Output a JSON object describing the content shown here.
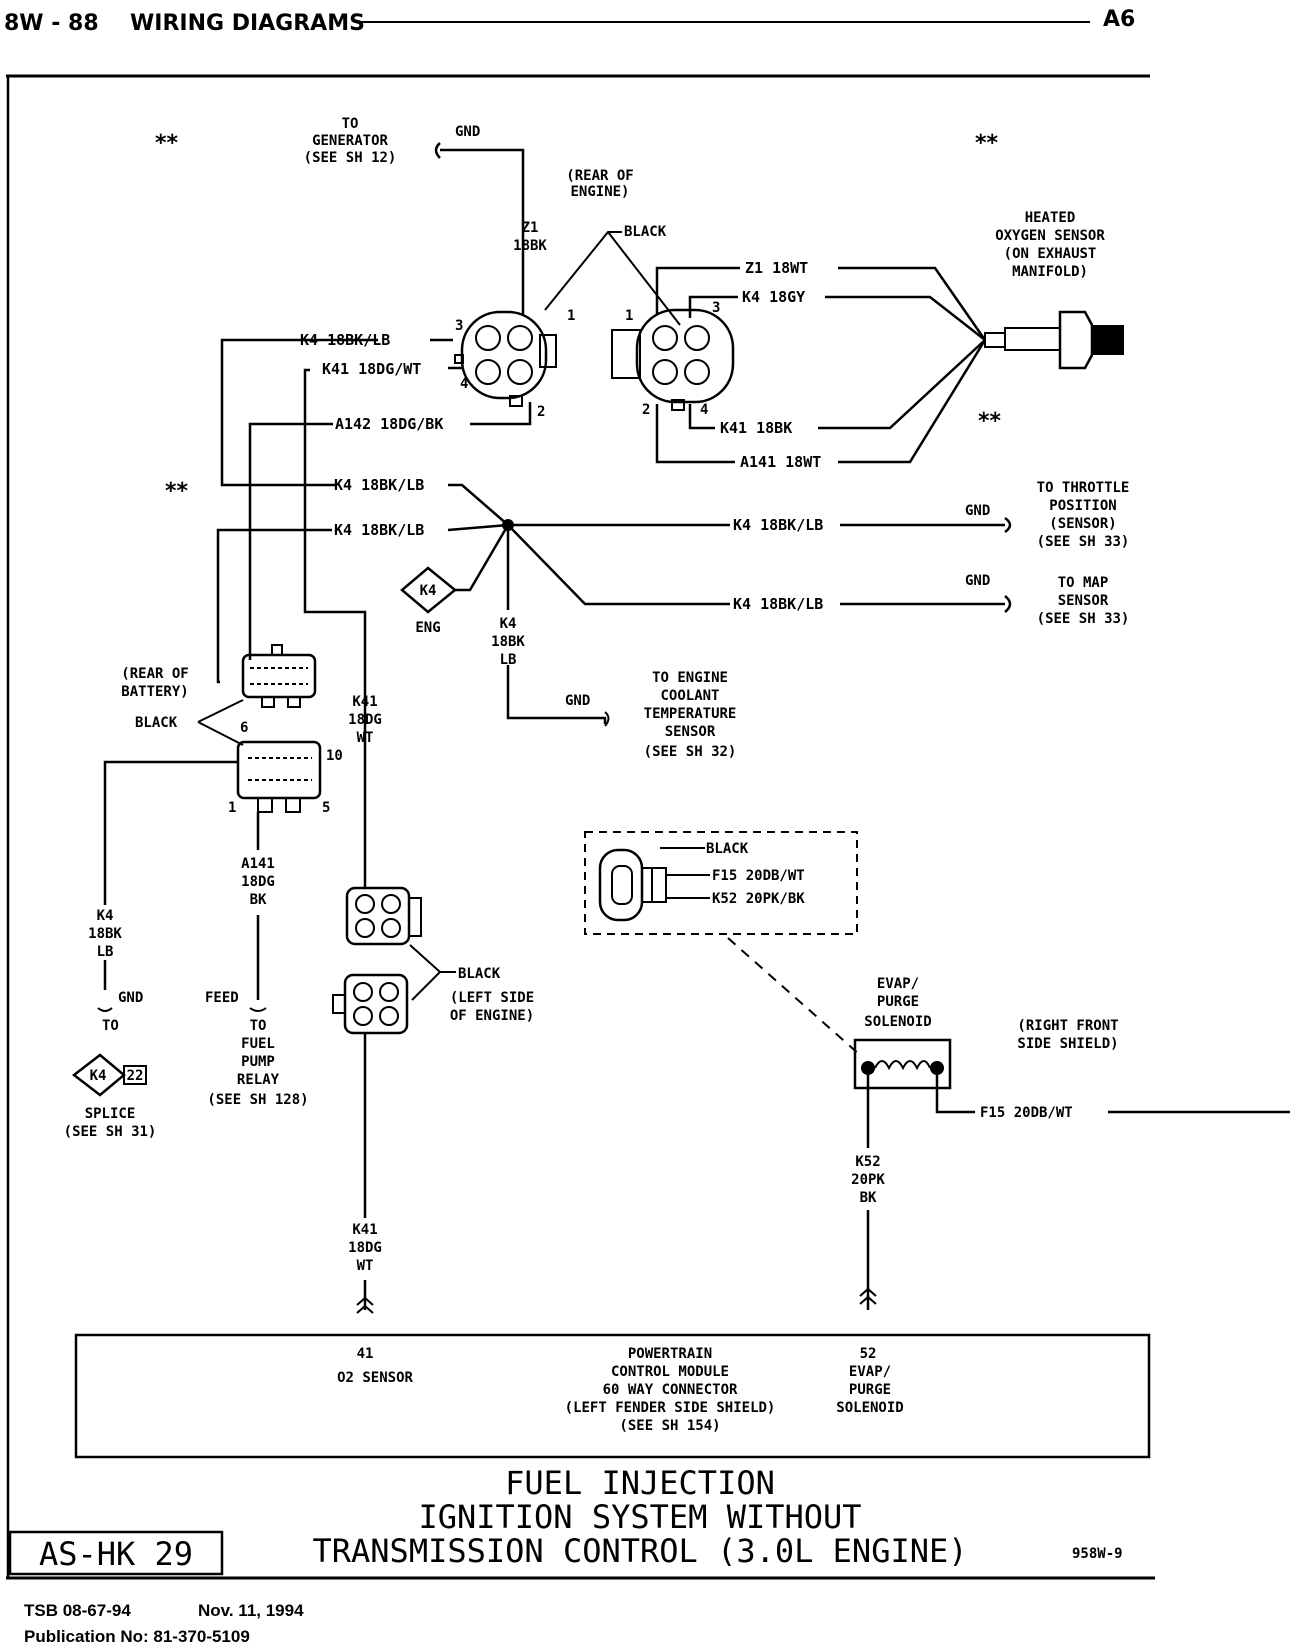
{
  "header": {
    "page": "8W - 88",
    "section": "WIRING DIAGRAMS",
    "code": "A6"
  },
  "stars": "**",
  "labels": {
    "to_generator": [
      "TO",
      "GENERATOR",
      "(SEE SH 12)"
    ],
    "gnd": "GND",
    "rear_engine": [
      "(REAR OF",
      "ENGINE)"
    ],
    "z1_vert": [
      "Z1",
      "18BK"
    ],
    "black": "BLACK",
    "z1_18wt": "Z1 18WT",
    "k4_18gy": "K4 18GY",
    "k41_18bk": "K41 18BK",
    "a141_18wt": "A141 18WT",
    "heated_o2": [
      "HEATED",
      "OXYGEN SENSOR",
      "(ON EXHAUST",
      "MANIFOLD)"
    ],
    "k4_18bklb": "K4 18BK/LB",
    "k41_18dgwt": "K41 18DG/WT",
    "a142_18dgbk": "A142 18DG/BK",
    "to_tps": [
      "TO THROTTLE",
      "POSITION",
      "(SENSOR)",
      "(SEE SH 33)"
    ],
    "to_map": [
      "TO MAP",
      "SENSOR",
      "(SEE SH 33)"
    ],
    "k4": "K4",
    "eng": "ENG",
    "k4_vert": [
      "K4",
      "18BK",
      "LB"
    ],
    "to_ect": [
      "TO ENGINE",
      "COOLANT",
      "TEMPERATURE",
      "SENSOR",
      "(SEE SH 32)"
    ],
    "rear_battery": [
      "(REAR OF",
      "BATTERY)"
    ],
    "k41_vert": [
      "K41",
      "18DG",
      "WT"
    ],
    "a141_vert": [
      "A141",
      "18DG",
      "BK"
    ],
    "k4_18bk_lb": [
      "K4",
      "18BK",
      "LB"
    ],
    "feed": "FEED",
    "to_fuel_pump": [
      "TO",
      "FUEL",
      "PUMP",
      "RELAY",
      "(SEE SH 128)"
    ],
    "to_splice": "TO",
    "splice_tag": "22",
    "splice": [
      "SPLICE",
      "(SEE SH 31)"
    ],
    "left_side_engine": [
      "(LEFT SIDE",
      "OF ENGINE)"
    ],
    "f15_20dbwt": "F15 20DB/WT",
    "k52_20pkbk": "K52 20PK/BK",
    "evap_purge": [
      "EVAP/",
      "PURGE",
      "SOLENOID"
    ],
    "right_front": [
      "(RIGHT FRONT",
      "SIDE SHIELD)"
    ],
    "k52_vert": [
      "K52",
      "20PK",
      "BK"
    ],
    "pin_nums": {
      "p1": "1",
      "p2": "2",
      "p3": "3",
      "p4": "4",
      "p5": "5",
      "p6": "6",
      "p10": "10",
      "p41": "41",
      "p52": "52"
    }
  },
  "pcm": {
    "title": [
      "POWERTRAIN",
      "CONTROL MODULE",
      "60 WAY CONNECTOR",
      "(LEFT FENDER SIDE SHIELD)",
      "(SEE SH 154)"
    ],
    "pin41_label": "O2 SENSOR",
    "pin52_label": [
      "EVAP/",
      "PURGE",
      "SOLENOID"
    ]
  },
  "title": [
    "FUEL INJECTION",
    "IGNITION SYSTEM WITHOUT",
    "TRANSMISSION CONTROL (3.0L ENGINE)"
  ],
  "sheet_code": "AS-HK 29",
  "figure_code": "958W-9",
  "footer": {
    "tsb": "TSB 08-67-94",
    "date": "Nov. 11, 1994",
    "publication": "Publication No: 81-370-5109"
  }
}
